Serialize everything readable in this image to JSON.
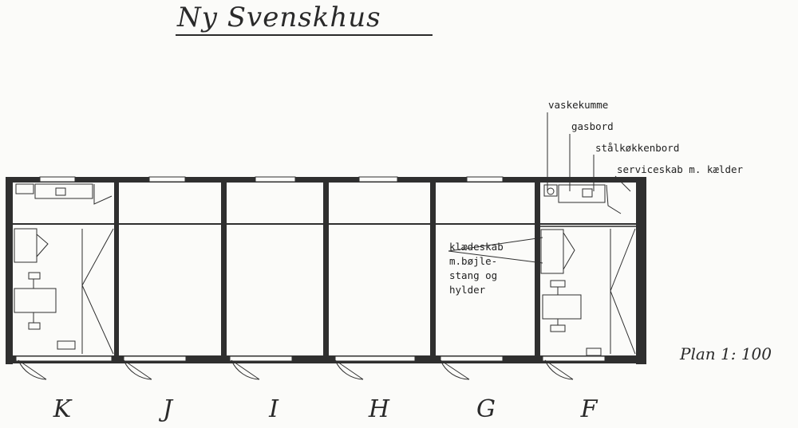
{
  "title": "Ny Svenskhus",
  "scale": "Plan 1: 100",
  "callouts": {
    "vaskekumme": "vaskekumme",
    "gasbord": "gasbord",
    "staalkoekkenbord": "stålkøkkenbord",
    "serviceskab": "serviceskab m. kælder",
    "klaedeskab": [
      "klædeskab",
      "m.bøjle-",
      "stang og",
      "hylder"
    ]
  },
  "units": [
    "K",
    "J",
    "I",
    "H",
    "G",
    "F"
  ],
  "colors": {
    "ink": "#2a2a2a",
    "paper": "#fbfbf9"
  }
}
